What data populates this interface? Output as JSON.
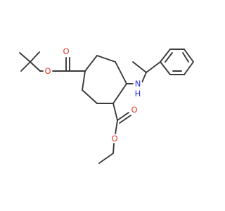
{
  "molecule": {
    "atom_labels": {
      "o_ester1_carbonyl": "O",
      "o_ester1_ether": "O",
      "o_ester2_carbonyl": "O",
      "o_ester2_ether": "O",
      "amine_n": "N",
      "amine_h": "H"
    },
    "colors": {
      "bond": "#3a3a3a",
      "oxygen": "#e8352a",
      "nitrogen": "#2630e0"
    }
  }
}
